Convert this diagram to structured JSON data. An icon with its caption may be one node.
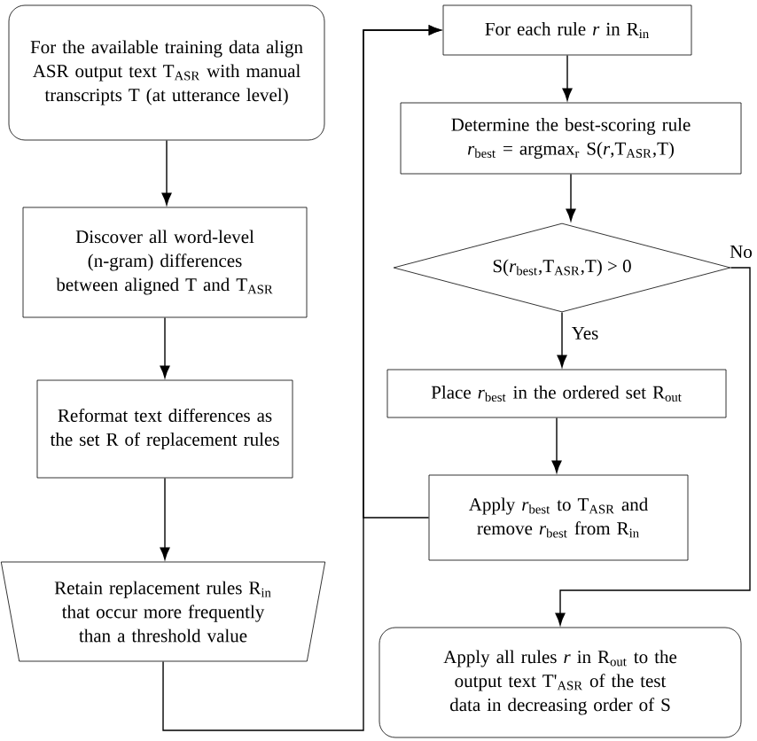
{
  "diagram": {
    "nodes": [
      {
        "text": [
          "For the available training data align ASR output text T$_{ASR}$ with manual transcripts T (at utterance level)"
        ]
      },
      {
        "text": [
          "Discover all word-level (n-gram) differences between aligned T and T$_{ASR}$"
        ]
      },
      {
        "text": [
          "Reformat text differences as the set R of replacement rules"
        ]
      },
      {
        "text": [
          "Retain replacement rules R$_{in}$ that occur more frequently than a threshold value"
        ]
      },
      {
        "text": [
          "For each rule *r* in R$_{in}$"
        ]
      },
      {
        "text": [
          "Determine the best-scoring rule *r*$_{best}$ = argmax$_{r}$ S(*r*,T$_{ASR}$,T)"
        ]
      },
      {
        "text": [
          "S(*r*$_{best}$,T$_{ASR}$,T) > 0"
        ]
      },
      {
        "text": [
          "Place *r*$_{best}$ in the ordered set R$_{out}$"
        ]
      },
      {
        "text": [
          "Apply *r*$_{best}$ to T$_{ASR}$ and remove *r*$_{best}$ from R$_{in}$"
        ]
      },
      {
        "text": [
          "Apply all rules *r* in R$_{out}$ to the output text T'$_{ASR}$ of the test data in decreasing order of S"
        ]
      }
    ],
    "edges": [
      {
        "from": 0,
        "to": 1,
        "arrow": "to"
      },
      {
        "from": 1,
        "to": 2,
        "arrow": "to"
      },
      {
        "from": 2,
        "to": 3,
        "arrow": "to"
      },
      {
        "from": 3,
        "to": 4,
        "arrow": "to"
      },
      {
        "from": 8,
        "to": 4,
        "arrow": "to"
      },
      {
        "from": 4,
        "to": 5,
        "arrow": "to"
      },
      {
        "from": 5,
        "to": 6,
        "arrow": "to"
      },
      {
        "from": 6,
        "to": 7,
        "arrow": "to",
        "label": "Yes"
      },
      {
        "from": 6,
        "to": 9,
        "arrow": "to",
        "label": "No"
      },
      {
        "from": 7,
        "to": 8,
        "arrow": "to"
      }
    ]
  }
}
